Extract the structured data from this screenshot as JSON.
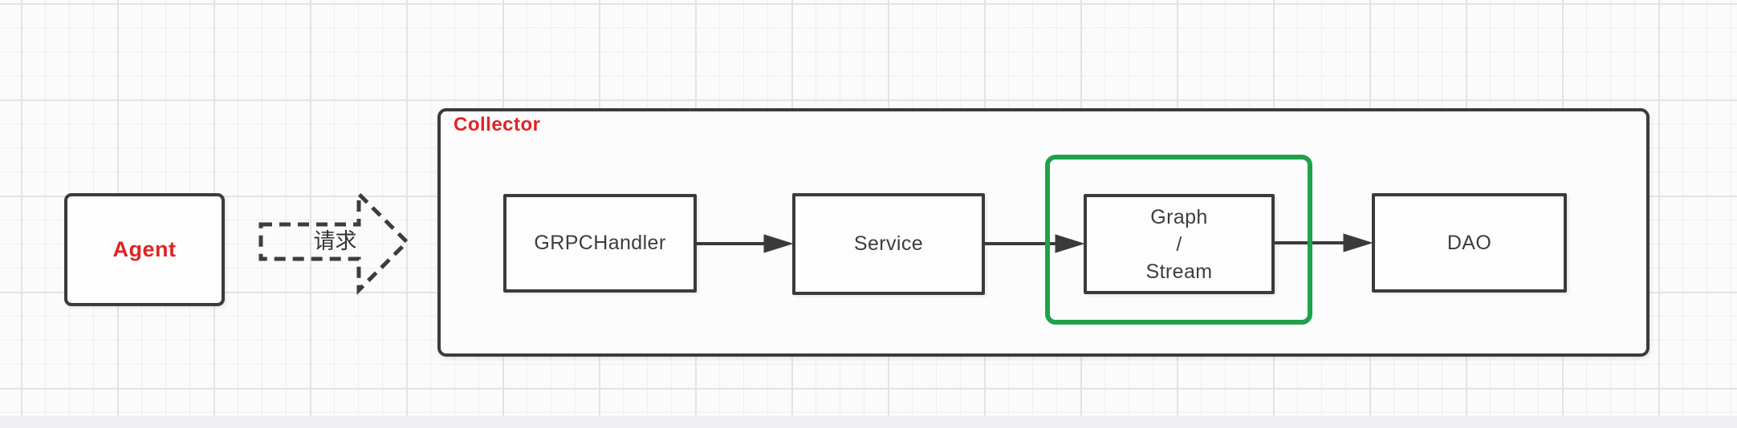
{
  "diagram": {
    "agent": {
      "label": "Agent"
    },
    "request_arrow": {
      "label": "请求"
    },
    "collector": {
      "title": "Collector",
      "nodes": [
        {
          "id": "grpc-handler",
          "label": "GRPCHandler"
        },
        {
          "id": "service",
          "label": "Service"
        },
        {
          "id": "graph-stream",
          "lines": [
            "Graph",
            "/",
            "Stream"
          ],
          "highlighted": true
        },
        {
          "id": "dao",
          "label": "DAO"
        }
      ]
    },
    "flow": [
      "Agent",
      "GRPCHandler",
      "Service",
      "Graph / Stream",
      "DAO"
    ]
  },
  "colors": {
    "accent_red": "#e02323",
    "highlight_green": "#1fa24c",
    "stroke_dark": "#3b3b3b",
    "canvas_background": "#fbfbfc",
    "grid_minor": "#eeeef2",
    "grid_major": "#e2e2e9"
  }
}
